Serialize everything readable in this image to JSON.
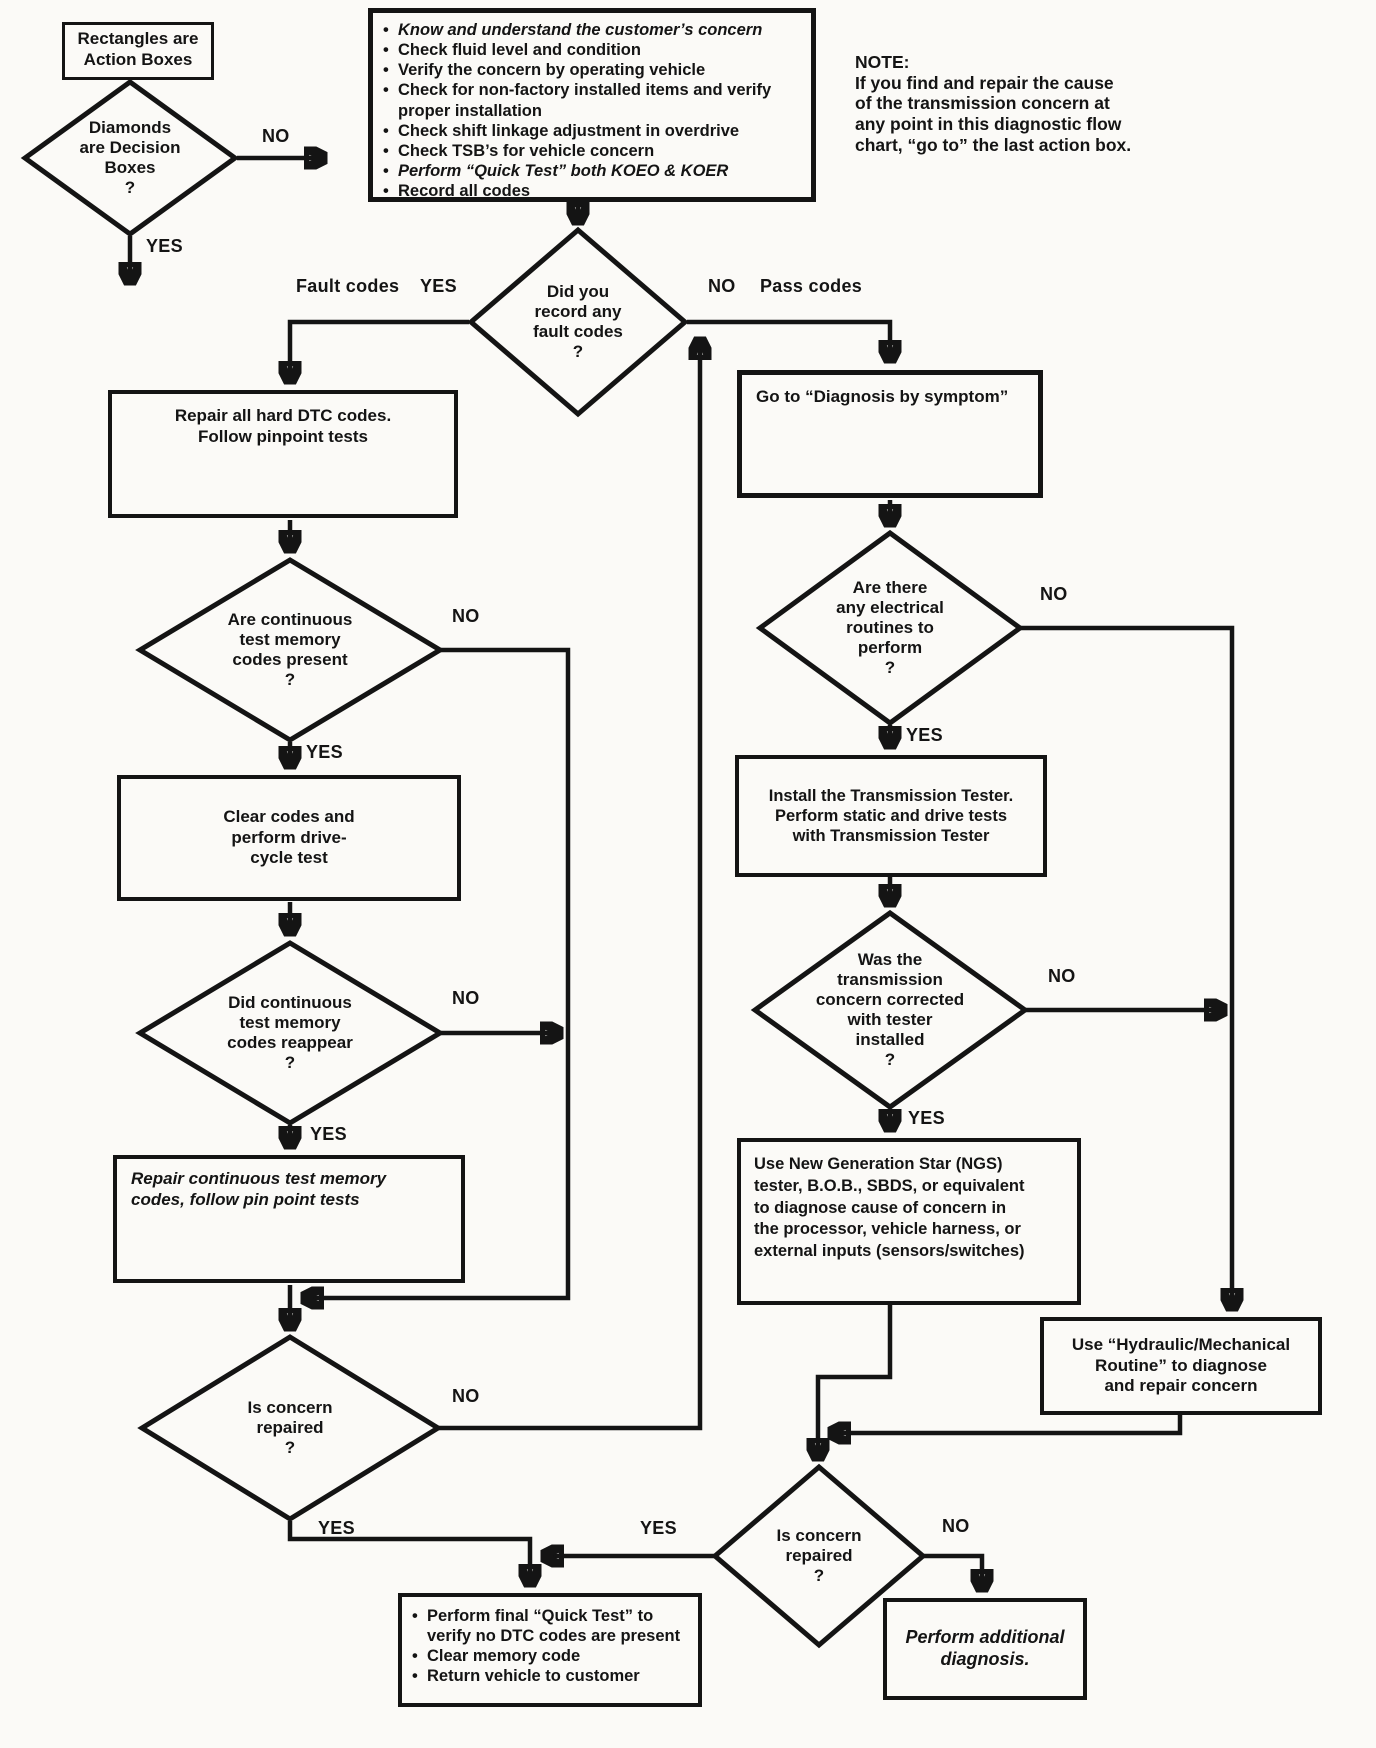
{
  "page": {
    "ink": "#141414",
    "paper": "#fbfaf7"
  },
  "legend": {
    "rect": "Rectangles are\nAction Boxes",
    "diamond": "Diamonds\nare Decision\nBoxes\n?",
    "no": "NO",
    "yes": "YES"
  },
  "note": {
    "title": "NOTE:",
    "body": "If you find and repair the cause\nof the transmission concern at\nany point in this diagnostic flow\nchart, “go to” the last action box."
  },
  "start": {
    "bullets": [
      {
        "t": "Know and understand the customer’s concern",
        "i": true
      },
      {
        "t": "Check fluid level and condition"
      },
      {
        "t": "Verify the concern by operating vehicle"
      },
      {
        "t": "Check for non-factory installed items and verify proper installation"
      },
      {
        "t": "Check shift linkage adjustment in overdrive"
      },
      {
        "t": "Check TSB’s for vehicle concern"
      },
      {
        "t": "Perform “Quick Test” both KOEO & KOER",
        "i": true
      },
      {
        "t": "Record all codes"
      }
    ]
  },
  "diamonds": {
    "record": "Did you\nrecord any\nfault codes\n?",
    "cont_present": "Are continuous\ntest memory\ncodes present\n?",
    "reappear": "Did continuous\ntest memory\ncodes reappear\n?",
    "repaired_left": "Is concern\nrepaired\n?",
    "electrical": "Are there\nany electrical\nroutines to\nperform\n?",
    "corrected": "Was the\ntransmission\nconcern corrected\nwith tester\ninstalled\n?",
    "repaired_right": "Is concern\nrepaired\n?"
  },
  "boxes": {
    "repair_hard": "Repair all hard DTC codes.\nFollow pinpoint tests",
    "clear_codes": "Clear codes and\nperform drive-\ncycle test",
    "repair_cont": "Repair continuous test memory\ncodes, follow pin point tests",
    "goto_symptom": "Go to “Diagnosis by symptom”",
    "tester": "Install the Transmission Tester.\nPerform static and drive tests\nwith Transmission Tester",
    "ngs": "Use New Generation Star (NGS)\ntester, B.O.B., SBDS, or equivalent\nto diagnose cause of concern in\nthe processor, vehicle harness, or\nexternal inputs (sensors/switches)",
    "hydraulic": "Use “Hydraulic/Mechanical\nRoutine” to diagnose\nand repair concern",
    "additional": "Perform additional\ndiagnosis."
  },
  "final": {
    "bullets": [
      {
        "t": "Perform final “Quick Test” to verify no DTC codes are present"
      },
      {
        "t": "Clear memory code"
      },
      {
        "t": "Return vehicle to customer"
      }
    ]
  },
  "edges": {
    "record_left_tag": "Fault codes",
    "record_left": "YES",
    "record_right": "NO",
    "record_right_tag": "Pass codes",
    "cont_no": "NO",
    "cont_yes": "YES",
    "reappear_no": "NO",
    "reappear_yes": "YES",
    "repaired_left_no": "NO",
    "repaired_left_yes": "YES",
    "electrical_no": "NO",
    "electrical_yes": "YES",
    "corrected_no": "NO",
    "corrected_yes": "YES",
    "repaired_right_no": "NO",
    "repaired_right_yes": "YES"
  }
}
